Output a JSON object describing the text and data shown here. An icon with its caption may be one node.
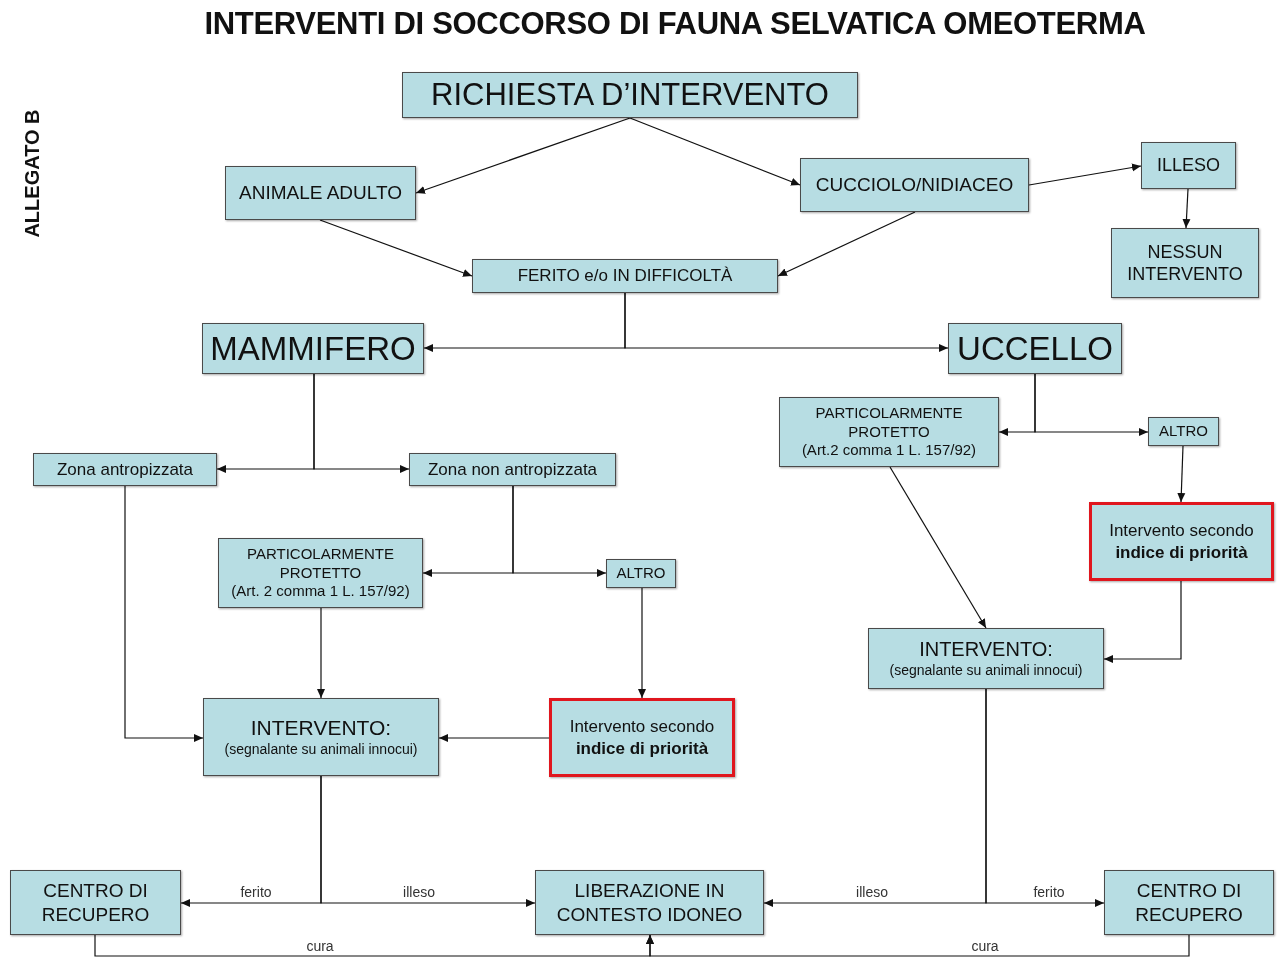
{
  "diagram": {
    "title": "INTERVENTI DI SOCCORSO DI FAUNA SELVATICA OMEOTERMA",
    "nodes": [
      {
        "text": [
          "RICHIESTA D’INTERVENTO"
        ]
      },
      {
        "text": [
          "ANIMALE ADULTO"
        ]
      },
      {
        "text": [
          "CUCCIOLO/NIDIACEO"
        ]
      },
      {
        "text": [
          "ILLESO"
        ]
      },
      {
        "text": [
          "NESSUN INTERVENTO"
        ]
      },
      {
        "text": [
          "FERITO e/o IN DIFFICOLTÀ"
        ]
      },
      {
        "text": [
          "MAMMIFERO"
        ]
      },
      {
        "text": [
          "UCCELLO"
        ]
      },
      {
        "text": [
          "PARTICOLARMENTE PROTETTO",
          "(Art.2 comma 1 L. 157/92)"
        ]
      },
      {
        "text": [
          "ALTRO"
        ]
      },
      {
        "text": [
          "Zona antropizzata"
        ]
      },
      {
        "text": [
          "Zona non antropizzata"
        ]
      },
      {
        "text": [
          "Intervento secondo **indice di priorità**"
        ]
      },
      {
        "text": [
          "PARTICOLARMENTE PROTETTO",
          "(Art. 2 comma 1 L. 157/92)"
        ]
      },
      {
        "text": [
          "ALTRO"
        ]
      },
      {
        "text": [
          "INTERVENTO:",
          "(segnalante su animali innocui)"
        ]
      },
      {
        "text": [
          "INTERVENTO:",
          "(segnalante su animali innocui)"
        ]
      },
      {
        "text": [
          "Intervento secondo **indice di priorità**"
        ]
      },
      {
        "text": [
          "CENTRO DI RECUPERO"
        ]
      },
      {
        "text": [
          "LIBERAZIONE IN CONTESTO IDONEO"
        ]
      },
      {
        "text": [
          "CENTRO DI RECUPERO"
        ]
      }
    ],
    "edges": [
      {
        "from": 0,
        "to": 1,
        "arrow": "to"
      },
      {
        "from": 0,
        "to": 2,
        "arrow": "to"
      },
      {
        "from": 2,
        "to": 3,
        "arrow": "to"
      },
      {
        "from": 3,
        "to": 4,
        "arrow": "to"
      },
      {
        "from": 1,
        "to": 5,
        "arrow": "to"
      },
      {
        "from": 2,
        "to": 5,
        "arrow": "to"
      },
      {
        "from": 5,
        "to": 6,
        "arrow": "to"
      },
      {
        "from": 5,
        "to": 7,
        "arrow": "to"
      },
      {
        "from": 7,
        "to": 8,
        "arrow": "to"
      },
      {
        "from": 7,
        "to": 9,
        "arrow": "to"
      },
      {
        "from": 9,
        "to": 12,
        "arrow": "to"
      },
      {
        "from": 12,
        "to": 15,
        "arrow": "to"
      },
      {
        "from": 8,
        "to": 15,
        "arrow": "to"
      },
      {
        "from": 6,
        "to": 10,
        "arrow": "to"
      },
      {
        "from": 6,
        "to": 11,
        "arrow": "to"
      },
      {
        "from": 11,
        "to": 13,
        "arrow": "to"
      },
      {
        "from": 11,
        "to": 14,
        "arrow": "to"
      },
      {
        "from": 13,
        "to": 16,
        "arrow": "to"
      },
      {
        "from": 14,
        "to": 17,
        "arrow": "to"
      },
      {
        "from": 17,
        "to": 16,
        "arrow": "to"
      },
      {
        "from": 10,
        "to": 16,
        "arrow": "to"
      },
      {
        "from": 16,
        "to": 18,
        "arrow": "to",
        "label": "ferito"
      },
      {
        "from": 16,
        "to": 19,
        "arrow": "to",
        "label": "illeso"
      },
      {
        "from": 15,
        "to": 19,
        "arrow": "to",
        "label": "illeso"
      },
      {
        "from": 15,
        "to": 20,
        "arrow": "to",
        "label": "ferito"
      },
      {
        "from": 18,
        "to": 19,
        "arrow": "to",
        "label": "cura"
      },
      {
        "from": 20,
        "to": 19,
        "arrow": "to",
        "label": "cura"
      }
    ],
    "labels": [
      "ALLEGATO B"
    ]
  }
}
